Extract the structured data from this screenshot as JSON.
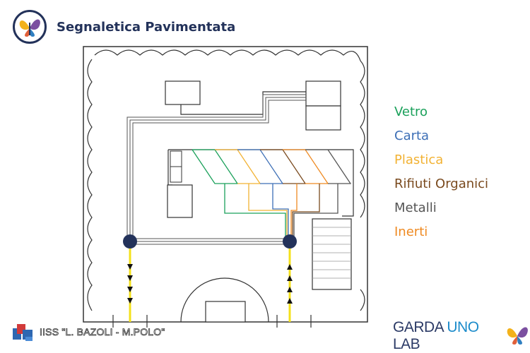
{
  "header": {
    "title": "Segnaletica Pavimentata",
    "logo_icon": "butterfly-logo-icon"
  },
  "legend": {
    "items": [
      {
        "label": "Vetro",
        "color": "#1aa05a"
      },
      {
        "label": "Carta",
        "color": "#3d6fb6"
      },
      {
        "label": "Plastica",
        "color": "#f2b233"
      },
      {
        "label": "Rifiuti Organici",
        "color": "#7a4a1e"
      },
      {
        "label": "Metalli",
        "color": "#555555"
      },
      {
        "label": "Inerti",
        "color": "#ef8a22"
      }
    ]
  },
  "footer": {
    "school_name": "IISS \"L. BAZOLI - M.POLO\"",
    "brand_part1": "GARDA ",
    "brand_part2": "UNO",
    "brand_part3": " LAB",
    "school_icon": "school-logo-icon",
    "brand_icon": "butterfly-logo-icon"
  },
  "colors": {
    "navy": "#23325a",
    "path_yellow": "#f4e11b",
    "outline": "#333333"
  }
}
